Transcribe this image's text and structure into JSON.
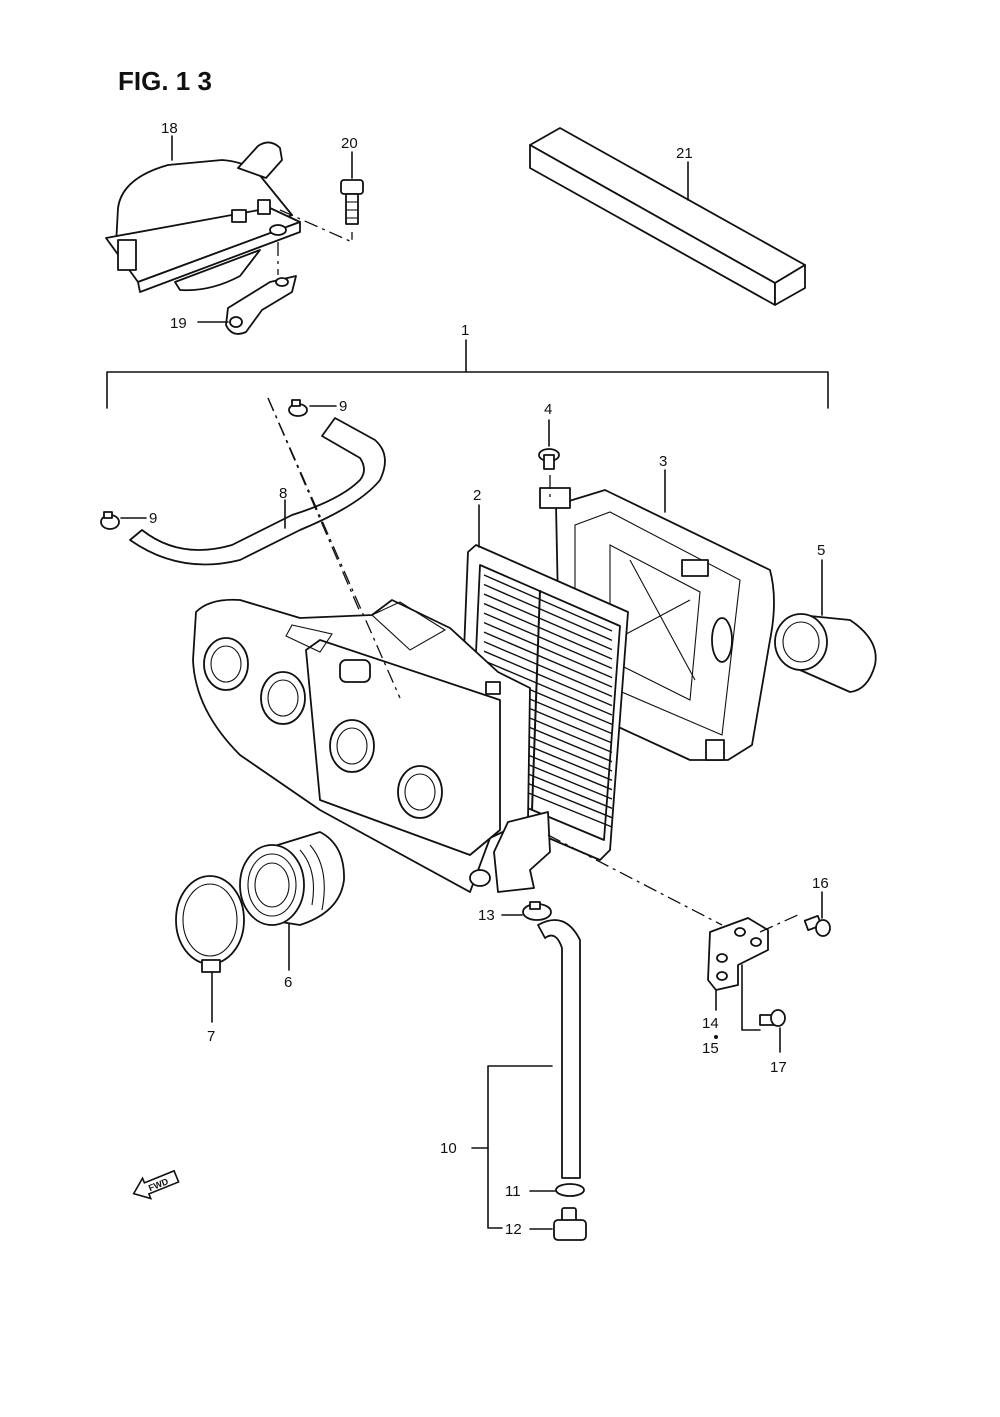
{
  "figure": {
    "title": "FIG. 1 3"
  },
  "fwd_label": "FWD",
  "callouts": {
    "c1": "1",
    "c2": "2",
    "c3": "3",
    "c4": "4",
    "c5": "5",
    "c6": "6",
    "c7": "7",
    "c8": "8",
    "c9a": "9",
    "c9b": "9",
    "c10": "10",
    "c11": "11",
    "c12": "12",
    "c13": "13",
    "c14": "14",
    "c15": "15",
    "c16": "16",
    "c17": "17",
    "c18": "18",
    "c19": "19",
    "c20": "20",
    "c21": "21"
  }
}
